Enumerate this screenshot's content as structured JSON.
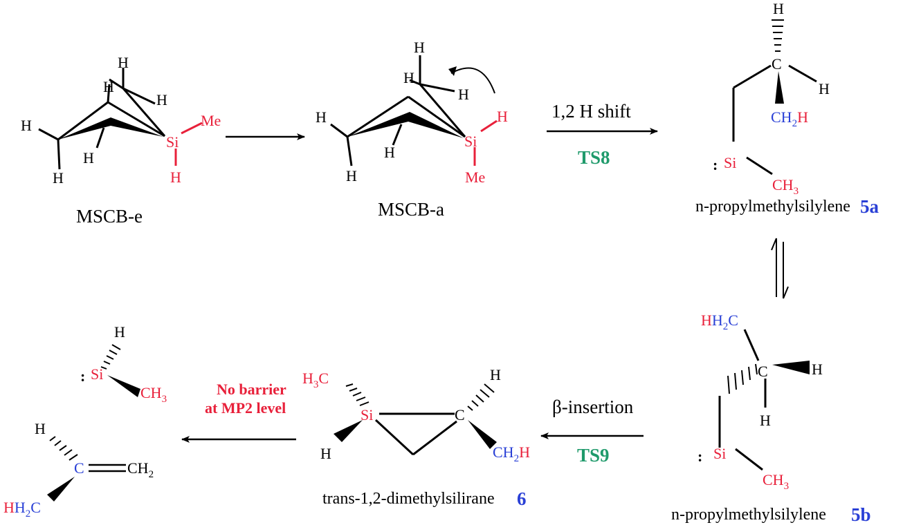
{
  "colors": {
    "red": "#e8203a",
    "blue": "#2a40d6",
    "green": "#1f9a6b",
    "black": "#000000"
  },
  "mscb_e": {
    "name": "MSCB-e",
    "h": "H",
    "si": "Si",
    "me": "Me"
  },
  "mscb_a": {
    "name": "MSCB-a",
    "h": "H",
    "si": "Si",
    "me": "Me"
  },
  "step1": {
    "label": "1,2 H shift",
    "ts": "TS8"
  },
  "s5a": {
    "name": "n-propylmethylsilylene",
    "number": "5a",
    "h": "H",
    "c": "C",
    "ch": "CH",
    "two": "2",
    "three": "3",
    "si": "Si",
    "dots": ":"
  },
  "s5b": {
    "name": "n-propylmethylsilylene",
    "number": "5b",
    "h": "H",
    "c": "C",
    "ch": "CH",
    "two": "2",
    "three": "3",
    "si": "Si",
    "dots": ":"
  },
  "step2": {
    "label": "β-insertion",
    "ts": "TS9"
  },
  "s6": {
    "name": "trans-1,2-dimethylsilirane",
    "number": "6",
    "h": "H",
    "c": "C",
    "ch": "CH",
    "two": "2",
    "three": "3",
    "si": "Si"
  },
  "step3": {
    "line1": "No barrier",
    "line2": "at MP2 level"
  },
  "products": {
    "h": "H",
    "si": "Si",
    "c": "C",
    "ch": "CH",
    "two": "2",
    "three": "3",
    "dots": ":",
    "eq": "="
  }
}
